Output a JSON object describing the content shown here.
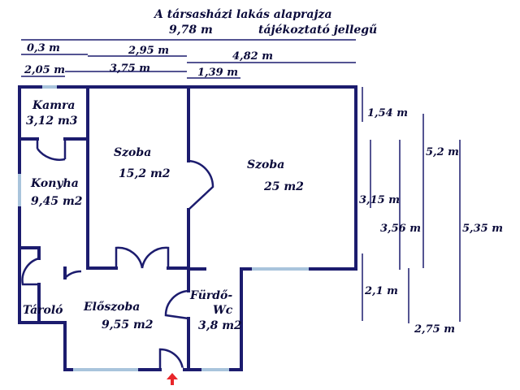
{
  "title": {
    "line1": "A társasházi lakás alaprajza",
    "total_width": "9,78 m",
    "note": "tájékoztató jellegű"
  },
  "dimensions": {
    "d_0_3": "0,3 m",
    "d_2_95": "2,95 m",
    "d_4_82": "4,82 m",
    "d_2_05": "2,05 m",
    "d_3_75": "3,75 m",
    "d_1_39": "1,39 m",
    "d_1_54": "1,54 m",
    "d_5_2": "5,2 m",
    "d_3_15": "3,15 m",
    "d_3_56": "3,56 m",
    "d_5_35": "5,35 m",
    "d_2_1": "2,1 m",
    "d_2_75": "2,75 m"
  },
  "rooms": {
    "kamra": {
      "name": "Kamra",
      "area": "3,12 m3"
    },
    "konyha": {
      "name": "Konyha",
      "area": "9,45 m2"
    },
    "szoba1": {
      "name": "Szoba",
      "area": "15,2 m2"
    },
    "szoba2": {
      "name": "Szoba",
      "area": "25 m2"
    },
    "tarolo": {
      "name": "Tároló"
    },
    "eloszoba": {
      "name": "Előszoba",
      "area": "9,55 m2"
    },
    "furdo": {
      "name_line1": "Fürdő-",
      "name_line2": "Wc",
      "area": "3,8 m2"
    }
  },
  "colors": {
    "wall": "#1c1c6e",
    "window": "#a9c4dc",
    "entrance_arrow": "#e8262a",
    "text": "#0a0a3a"
  }
}
